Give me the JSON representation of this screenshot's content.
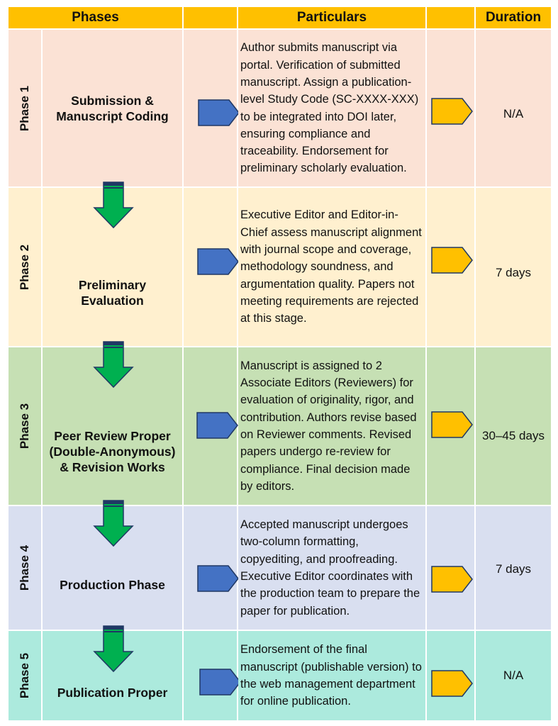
{
  "header": {
    "phases": "Phases",
    "particulars": "Particulars",
    "duration": "Duration"
  },
  "colors": {
    "header": "#ffc000",
    "process_arrow": "#4472c4",
    "duration_arrow": "#ffc000",
    "flow_arrow": "#00b050",
    "arrow_outline": "#203864"
  },
  "rows": [
    {
      "label": "Phase 1",
      "name": "Submission & Manuscript Coding",
      "particulars": "Author submits manuscript via portal. Verification of submitted manuscript. Assign a publication-level Study Code (SC-XXXX-XXX) to be integrated into DOI later, ensuring compliance and traceability. Endorsement for preliminary scholarly evaluation.",
      "duration": "N/A",
      "bg": "#fbe2d5"
    },
    {
      "label": "Phase 2",
      "name": "Preliminary Evaluation",
      "particulars": "Executive Editor and Editor-in-Chief assess manuscript alignment with journal scope and coverage, methodology soundness, and argumentation quality. Papers not meeting requirements are rejected at this stage.",
      "duration": "7 days",
      "bg": "#fff0cf"
    },
    {
      "label": "Phase 3",
      "name": "Peer Review Proper (Double-Anonymous) & Revision Works",
      "particulars": "Manuscript is assigned to 2 Associate Editors (Reviewers) for evaluation of originality, rigor, and contribution. Authors revise based on Reviewer comments. Revised papers undergo re-review for compliance. Final decision made by editors.",
      "duration": "30–45 days",
      "bg": "#c6e0b4"
    },
    {
      "label": "Phase 4",
      "name": "Production Phase",
      "particulars": "Accepted manuscript undergoes two-column formatting, copyediting, and proofreading. Executive Editor coordinates with the production team to prepare the paper for publication.",
      "duration": "7 days",
      "bg": "#d9dff0"
    },
    {
      "label": "Phase 5",
      "name": "Publication Proper",
      "particulars": "Endorsement of the final manuscript (publishable version) to the web management department for online publication.",
      "duration": "N/A",
      "bg": "#aceadd"
    }
  ]
}
